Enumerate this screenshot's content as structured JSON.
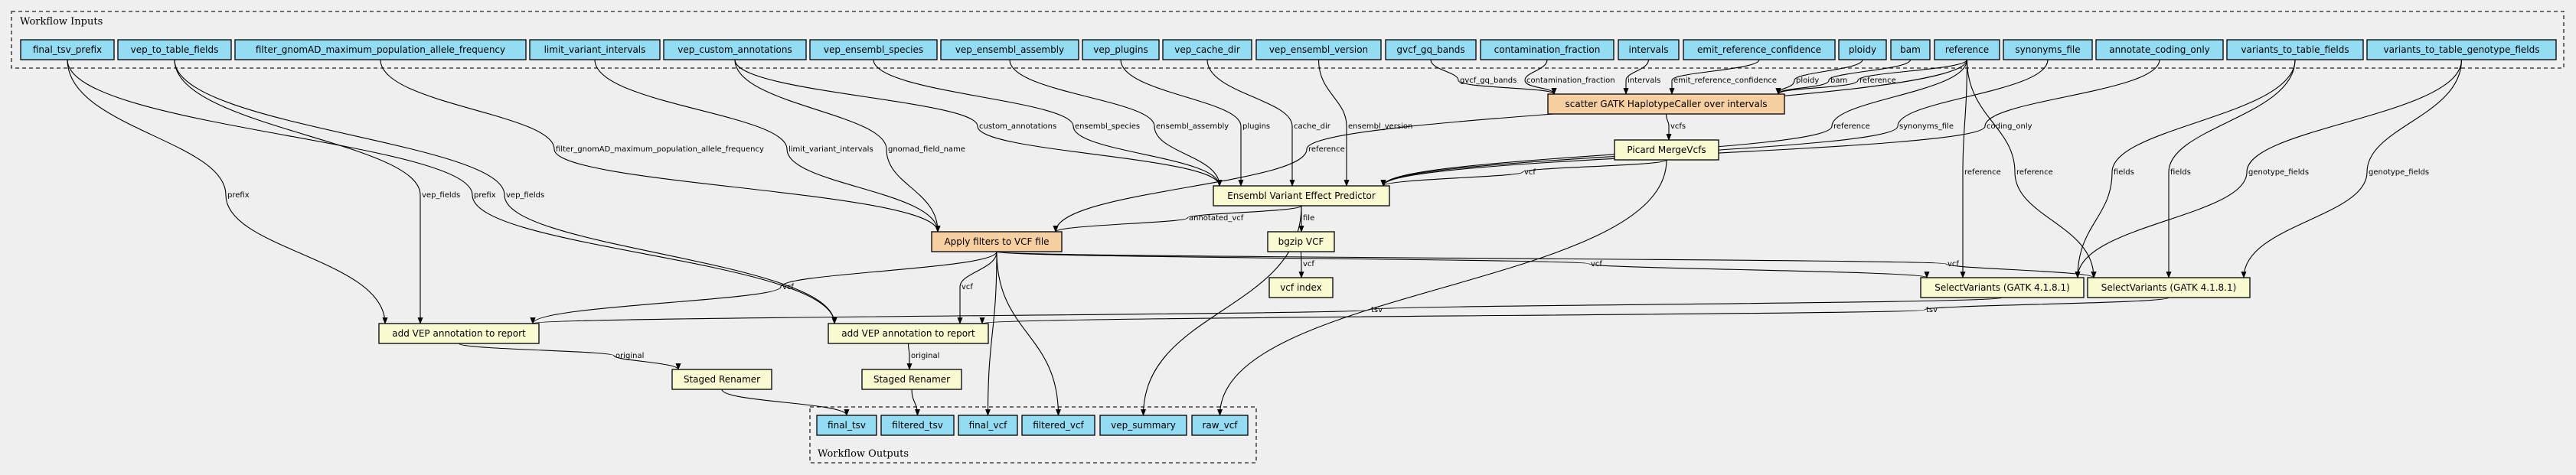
{
  "colors": {
    "background": "#efefef",
    "input": "#94dcf4",
    "step": "#fafad2",
    "scatter": "#f8cfa0",
    "output": "#94dcf4"
  },
  "clusters": {
    "inputs": "Workflow Inputs",
    "outputs": "Workflow Outputs"
  },
  "nodes": {
    "final_tsv_prefix": {
      "label": "final_tsv_prefix",
      "kind": "input"
    },
    "vep_to_table_fields": {
      "label": "vep_to_table_fields",
      "kind": "input"
    },
    "filter_gnomAD": {
      "label": "filter_gnomAD_maximum_population_allele_frequency",
      "kind": "input"
    },
    "limit_variant_intervals": {
      "label": "limit_variant_intervals",
      "kind": "input"
    },
    "vep_custom_annotations": {
      "label": "vep_custom_annotations",
      "kind": "input"
    },
    "vep_ensembl_species": {
      "label": "vep_ensembl_species",
      "kind": "input"
    },
    "vep_ensembl_assembly": {
      "label": "vep_ensembl_assembly",
      "kind": "input"
    },
    "vep_plugins": {
      "label": "vep_plugins",
      "kind": "input"
    },
    "vep_cache_dir": {
      "label": "vep_cache_dir",
      "kind": "input"
    },
    "vep_ensembl_version": {
      "label": "vep_ensembl_version",
      "kind": "input"
    },
    "gvcf_gq_bands": {
      "label": "gvcf_gq_bands",
      "kind": "input"
    },
    "contamination_fraction": {
      "label": "contamination_fraction",
      "kind": "input"
    },
    "intervals": {
      "label": "intervals",
      "kind": "input"
    },
    "emit_reference_confidence": {
      "label": "emit_reference_confidence",
      "kind": "input"
    },
    "ploidy": {
      "label": "ploidy",
      "kind": "input"
    },
    "bam": {
      "label": "bam",
      "kind": "input"
    },
    "reference": {
      "label": "reference",
      "kind": "input"
    },
    "synonyms_file": {
      "label": "synonyms_file",
      "kind": "input"
    },
    "annotate_coding_only": {
      "label": "annotate_coding_only",
      "kind": "input"
    },
    "variants_to_table_fields": {
      "label": "variants_to_table_fields",
      "kind": "input"
    },
    "variants_to_table_genotype_fields": {
      "label": "variants_to_table_genotype_fields",
      "kind": "input"
    },
    "scatter_hc": {
      "label": "scatter GATK HaplotypeCaller over intervals",
      "kind": "scatter"
    },
    "picard": {
      "label": "Picard MergeVcfs",
      "kind": "step"
    },
    "vep": {
      "label": "Ensembl Variant Effect Predictor",
      "kind": "step"
    },
    "bgzip": {
      "label": "bgzip VCF",
      "kind": "step"
    },
    "vcf_index": {
      "label": "vcf index",
      "kind": "step"
    },
    "apply_filters": {
      "label": "Apply filters to VCF file",
      "kind": "scatter"
    },
    "sv1": {
      "label": "SelectVariants (GATK 4.1.8.1)",
      "kind": "step"
    },
    "sv2": {
      "label": "SelectVariants (GATK 4.1.8.1)",
      "kind": "step"
    },
    "addvep1": {
      "label": "add VEP annotation to report",
      "kind": "step"
    },
    "addvep2": {
      "label": "add VEP annotation to report",
      "kind": "step"
    },
    "renamer1": {
      "label": "Staged Renamer",
      "kind": "step"
    },
    "renamer2": {
      "label": "Staged Renamer",
      "kind": "step"
    },
    "out_final_tsv": {
      "label": "final_tsv",
      "kind": "output"
    },
    "out_filtered_tsv": {
      "label": "filtered_tsv",
      "kind": "output"
    },
    "out_final_vcf": {
      "label": "final_vcf",
      "kind": "output"
    },
    "out_filtered_vcf": {
      "label": "filtered_vcf",
      "kind": "output"
    },
    "out_vep_summary": {
      "label": "vep_summary",
      "kind": "output"
    },
    "out_raw_vcf": {
      "label": "raw_vcf",
      "kind": "output"
    }
  },
  "edges": [
    {
      "from": "final_tsv_prefix",
      "to": "addvep1",
      "label": "prefix"
    },
    {
      "from": "final_tsv_prefix",
      "to": "addvep2",
      "label": "prefix"
    },
    {
      "from": "vep_to_table_fields",
      "to": "addvep1",
      "label": "vep_fields"
    },
    {
      "from": "vep_to_table_fields",
      "to": "addvep2",
      "label": "vep_fields"
    },
    {
      "from": "filter_gnomAD",
      "to": "apply_filters",
      "label": "filter_gnomAD_maximum_population_allele_frequency"
    },
    {
      "from": "limit_variant_intervals",
      "to": "apply_filters",
      "label": "limit_variant_intervals"
    },
    {
      "from": "vep_custom_annotations",
      "to": "apply_filters",
      "label": "gnomad_field_name"
    },
    {
      "from": "vep_custom_annotations",
      "to": "vep",
      "label": "custom_annotations"
    },
    {
      "from": "vep_ensembl_species",
      "to": "vep",
      "label": "ensembl_species"
    },
    {
      "from": "vep_ensembl_assembly",
      "to": "vep",
      "label": "ensembl_assembly"
    },
    {
      "from": "vep_plugins",
      "to": "vep",
      "label": "plugins"
    },
    {
      "from": "vep_cache_dir",
      "to": "vep",
      "label": "cache_dir"
    },
    {
      "from": "vep_ensembl_version",
      "to": "vep",
      "label": "ensembl_version"
    },
    {
      "from": "reference",
      "to": "apply_filters",
      "label": "reference"
    },
    {
      "from": "gvcf_gq_bands",
      "to": "scatter_hc",
      "label": "gvcf_gq_bands"
    },
    {
      "from": "contamination_fraction",
      "to": "scatter_hc",
      "label": "contamination_fraction"
    },
    {
      "from": "intervals",
      "to": "scatter_hc",
      "label": "intervals"
    },
    {
      "from": "emit_reference_confidence",
      "to": "scatter_hc",
      "label": "emit_reference_confidence"
    },
    {
      "from": "ploidy",
      "to": "scatter_hc",
      "label": "ploidy"
    },
    {
      "from": "bam",
      "to": "scatter_hc",
      "label": "bam"
    },
    {
      "from": "reference",
      "to": "scatter_hc",
      "label": "reference"
    },
    {
      "from": "scatter_hc",
      "to": "picard",
      "label": "vcfs"
    },
    {
      "from": "picard",
      "to": "vep",
      "label": "vcf"
    },
    {
      "from": "reference",
      "to": "vep",
      "label": "reference"
    },
    {
      "from": "synonyms_file",
      "to": "vep",
      "label": "synonyms_file"
    },
    {
      "from": "annotate_coding_only",
      "to": "vep",
      "label": "coding_only"
    },
    {
      "from": "reference",
      "to": "sv1",
      "label": "reference"
    },
    {
      "from": "reference",
      "to": "sv2",
      "label": "reference"
    },
    {
      "from": "variants_to_table_fields",
      "to": "sv1",
      "label": "fields"
    },
    {
      "from": "variants_to_table_fields",
      "to": "sv2",
      "label": "fields"
    },
    {
      "from": "variants_to_table_genotype_fields",
      "to": "sv1",
      "label": "genotype_fields"
    },
    {
      "from": "variants_to_table_genotype_fields",
      "to": "sv2",
      "label": "genotype_fields"
    },
    {
      "from": "vep",
      "to": "apply_filters",
      "label": "annotated_vcf"
    },
    {
      "from": "vep",
      "to": "bgzip",
      "label": "file"
    },
    {
      "from": "vep",
      "to": "out_vep_summary",
      "label": ""
    },
    {
      "from": "bgzip",
      "to": "vcf_index",
      "label": "vcf"
    },
    {
      "from": "apply_filters",
      "to": "sv1",
      "label": "vcf"
    },
    {
      "from": "apply_filters",
      "to": "sv2",
      "label": "vcf"
    },
    {
      "from": "apply_filters",
      "to": "addvep1",
      "label": "vcf"
    },
    {
      "from": "apply_filters",
      "to": "addvep2",
      "label": "vcf"
    },
    {
      "from": "apply_filters",
      "to": "out_final_vcf",
      "label": ""
    },
    {
      "from": "apply_filters",
      "to": "out_filtered_vcf",
      "label": ""
    },
    {
      "from": "sv1",
      "to": "addvep1",
      "label": "tsv"
    },
    {
      "from": "sv2",
      "to": "addvep2",
      "label": "tsv"
    },
    {
      "from": "addvep1",
      "to": "renamer1",
      "label": "original"
    },
    {
      "from": "addvep2",
      "to": "renamer2",
      "label": "original"
    },
    {
      "from": "renamer1",
      "to": "out_final_tsv",
      "label": ""
    },
    {
      "from": "renamer2",
      "to": "out_filtered_tsv",
      "label": ""
    },
    {
      "from": "picard",
      "to": "out_raw_vcf",
      "label": ""
    }
  ]
}
